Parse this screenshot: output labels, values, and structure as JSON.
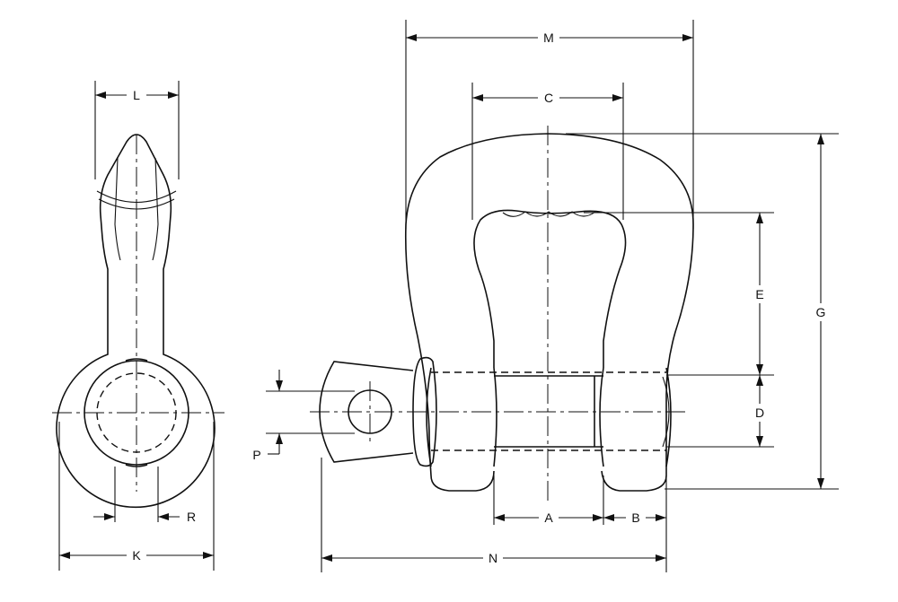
{
  "labels": {
    "L": "L",
    "K": "K",
    "R": "R",
    "M": "M",
    "C": "C",
    "G": "G",
    "E": "E",
    "D": "D",
    "P": "P",
    "A": "A",
    "B": "B",
    "N": "N"
  },
  "colors": {
    "line": "#111111",
    "background": "#ffffff"
  }
}
